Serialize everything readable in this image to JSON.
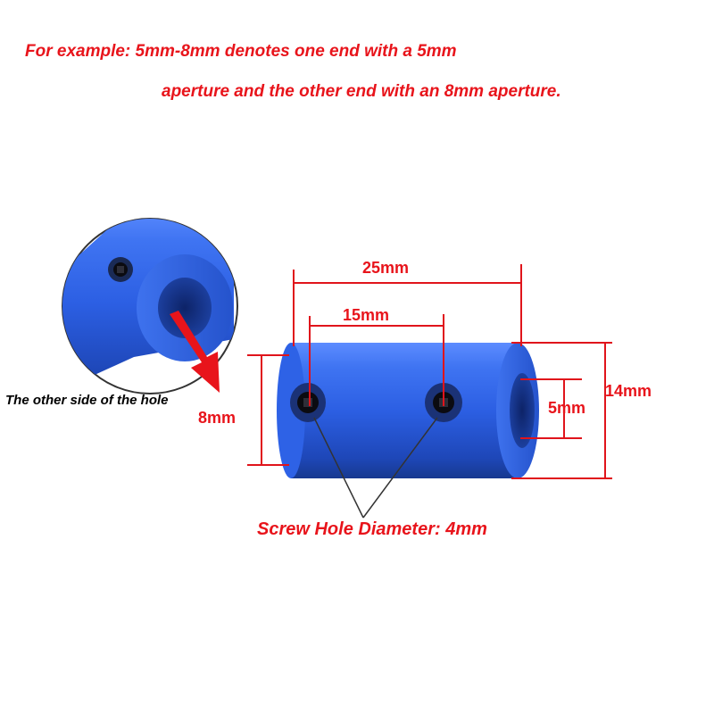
{
  "header": {
    "line1": "For example: 5mm-8mm denotes one end with a 5mm",
    "line2": "aperture and the other end with an 8mm aperture."
  },
  "callouts": {
    "other_side": "The other side of the hole",
    "screw_hole": "Screw Hole Diameter: 4mm"
  },
  "dimensions": {
    "length": "25mm",
    "screw_spacing": "15mm",
    "left_bore": "8mm",
    "right_bore": "5mm",
    "outer_diameter": "14mm"
  },
  "colors": {
    "text_red": "#e8141b",
    "line_red": "#e0141b",
    "coupler_blue": "#2a5fe0",
    "ring_red": "#e8141b"
  }
}
